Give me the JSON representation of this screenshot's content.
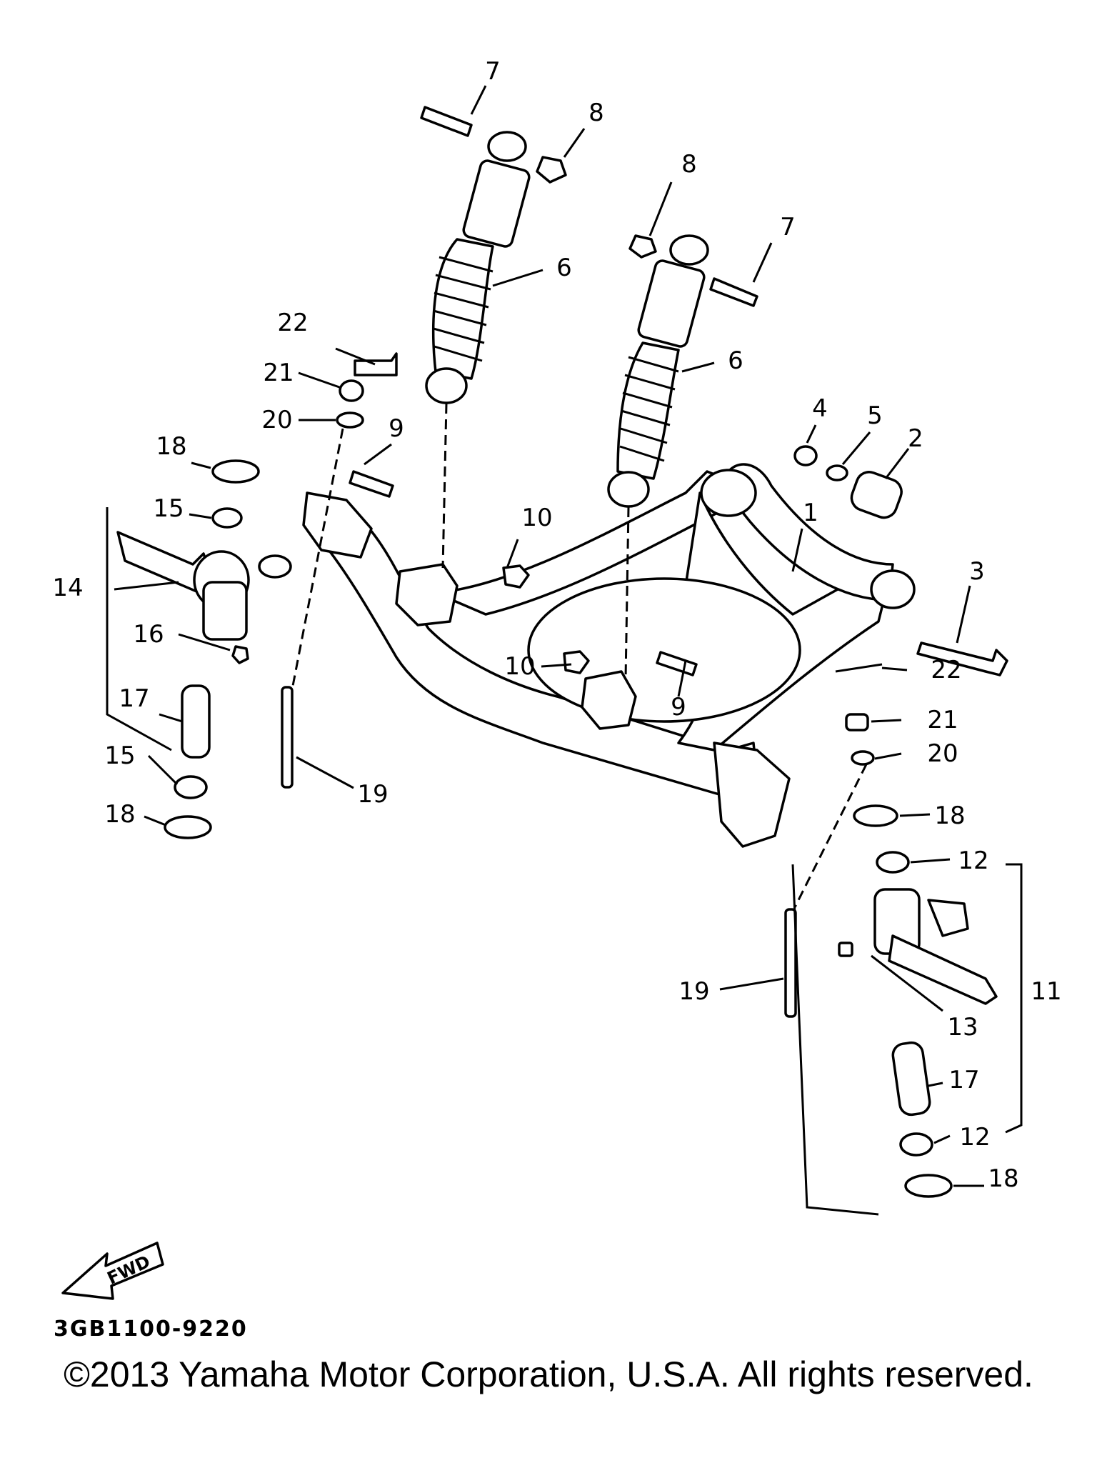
{
  "diagram": {
    "part_code": "3GB1100-9220",
    "fwd_label": "FWD",
    "callouts": [
      {
        "id": "c-7a",
        "text": "7"
      },
      {
        "id": "c-8a",
        "text": "8"
      },
      {
        "id": "c-8b",
        "text": "8"
      },
      {
        "id": "c-7b",
        "text": "7"
      },
      {
        "id": "c-6a",
        "text": "6"
      },
      {
        "id": "c-6b",
        "text": "6"
      },
      {
        "id": "c-22a",
        "text": "22"
      },
      {
        "id": "c-21a",
        "text": "21"
      },
      {
        "id": "c-20a",
        "text": "20"
      },
      {
        "id": "c-9a",
        "text": "9"
      },
      {
        "id": "c-18a",
        "text": "18"
      },
      {
        "id": "c-15a",
        "text": "15"
      },
      {
        "id": "c-14",
        "text": "14"
      },
      {
        "id": "c-16",
        "text": "16"
      },
      {
        "id": "c-10a",
        "text": "10"
      },
      {
        "id": "c-4",
        "text": "4"
      },
      {
        "id": "c-5",
        "text": "5"
      },
      {
        "id": "c-2",
        "text": "2"
      },
      {
        "id": "c-1",
        "text": "1"
      },
      {
        "id": "c-3",
        "text": "3"
      },
      {
        "id": "c-10b",
        "text": "10"
      },
      {
        "id": "c-9b",
        "text": "9"
      },
      {
        "id": "c-22b",
        "text": "22"
      },
      {
        "id": "c-21b",
        "text": "21"
      },
      {
        "id": "c-20b",
        "text": "20"
      },
      {
        "id": "c-17a",
        "text": "17"
      },
      {
        "id": "c-15b",
        "text": "15"
      },
      {
        "id": "c-19a",
        "text": "19"
      },
      {
        "id": "c-18b",
        "text": "18"
      },
      {
        "id": "c-18c",
        "text": "18"
      },
      {
        "id": "c-12a",
        "text": "12"
      },
      {
        "id": "c-11",
        "text": "11"
      },
      {
        "id": "c-19b",
        "text": "19"
      },
      {
        "id": "c-13",
        "text": "13"
      },
      {
        "id": "c-17b",
        "text": "17"
      },
      {
        "id": "c-12b",
        "text": "12"
      },
      {
        "id": "c-18d",
        "text": "18"
      }
    ]
  },
  "footer": {
    "copyright": "©2013 Yamaha Motor Corporation, U.S.A. All rights reserved."
  }
}
